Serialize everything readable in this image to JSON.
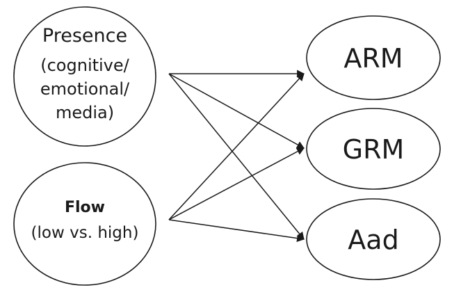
{
  "nodes": {
    "presence": {
      "title": "Presence",
      "detail_lines": [
        "(cognitive/",
        "emotional/",
        "media)"
      ]
    },
    "flow": {
      "title": "Flow",
      "detail": "(low vs. high)"
    },
    "arm": {
      "label": "ARM"
    },
    "grm": {
      "label": "GRM"
    },
    "aad": {
      "label": "Aad"
    }
  },
  "edges": [
    {
      "from": "presence",
      "to": "arm"
    },
    {
      "from": "presence",
      "to": "grm"
    },
    {
      "from": "presence",
      "to": "aad"
    },
    {
      "from": "flow",
      "to": "arm"
    },
    {
      "from": "flow",
      "to": "grm"
    },
    {
      "from": "flow",
      "to": "aad"
    }
  ],
  "colors": {
    "stroke": "#1a1a1a",
    "fill": "#ffffff",
    "text": "#1a1a1a"
  }
}
